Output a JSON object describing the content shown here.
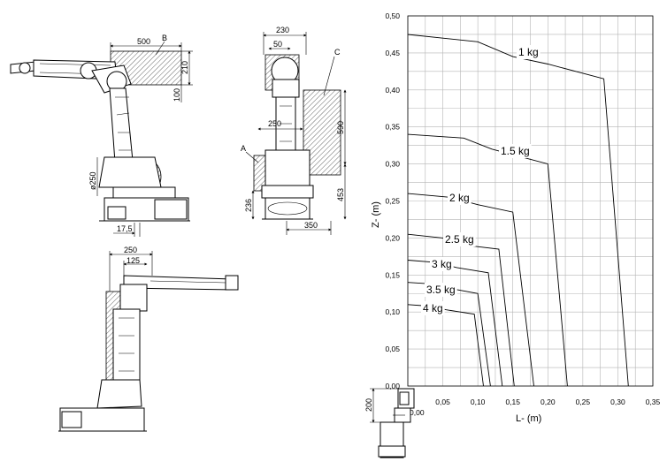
{
  "side_view": {
    "dim_500": "500",
    "label_b": "B",
    "dim_210": "210",
    "dim_100": "100",
    "dim_phi250": "ø250",
    "dim_17_5": "17,5"
  },
  "front_view": {
    "dim_230": "230",
    "dim_50": "50",
    "label_c": "C",
    "dim_250": "250",
    "label_a": "A",
    "dim_590": "590",
    "dim_453": "453",
    "dim_236": "236",
    "dim_350": "350"
  },
  "top_view": {
    "dim_250": "250",
    "dim_125": "125"
  },
  "chart_data": {
    "type": "line",
    "xlabel": "L- (m)",
    "ylabel": "Z- (m)",
    "xlim": [
      0,
      0.35
    ],
    "ylim": [
      0,
      0.5
    ],
    "x_ticks": [
      "0,00",
      "0,05",
      "0,10",
      "0,15",
      "0,20",
      "0,25",
      "0,30",
      "0,35"
    ],
    "y_ticks": [
      "0,00",
      "0,05",
      "0,10",
      "0,15",
      "0,20",
      "0,25",
      "0,30",
      "0,35",
      "0,40",
      "0,45",
      "0,50"
    ],
    "grid": true,
    "offset_dim": "200",
    "series": [
      {
        "name": "1 kg",
        "x": [
          0,
          0.1,
          0.15,
          0.2,
          0.28,
          0.315
        ],
        "y": [
          0.475,
          0.465,
          0.445,
          0.435,
          0.415,
          0.0
        ]
      },
      {
        "name": "1.5 kg",
        "x": [
          0,
          0.08,
          0.12,
          0.2,
          0.228
        ],
        "y": [
          0.34,
          0.335,
          0.32,
          0.3,
          0.0
        ]
      },
      {
        "name": "2 kg",
        "x": [
          0,
          0.06,
          0.1,
          0.15,
          0.18
        ],
        "y": [
          0.26,
          0.255,
          0.245,
          0.235,
          0.0
        ]
      },
      {
        "name": "2.5 kg",
        "x": [
          0,
          0.05,
          0.085,
          0.13,
          0.152
        ],
        "y": [
          0.205,
          0.2,
          0.19,
          0.185,
          0.0
        ]
      },
      {
        "name": "3 kg",
        "x": [
          0,
          0.04,
          0.07,
          0.115,
          0.135
        ],
        "y": [
          0.17,
          0.167,
          0.16,
          0.153,
          0.0
        ]
      },
      {
        "name": "3.5 kg",
        "x": [
          0,
          0.035,
          0.06,
          0.1,
          0.118
        ],
        "y": [
          0.14,
          0.138,
          0.132,
          0.125,
          0.0
        ]
      },
      {
        "name": "4 kg",
        "x": [
          0,
          0.03,
          0.055,
          0.095,
          0.108
        ],
        "y": [
          0.11,
          0.108,
          0.103,
          0.097,
          0.0
        ]
      }
    ]
  }
}
